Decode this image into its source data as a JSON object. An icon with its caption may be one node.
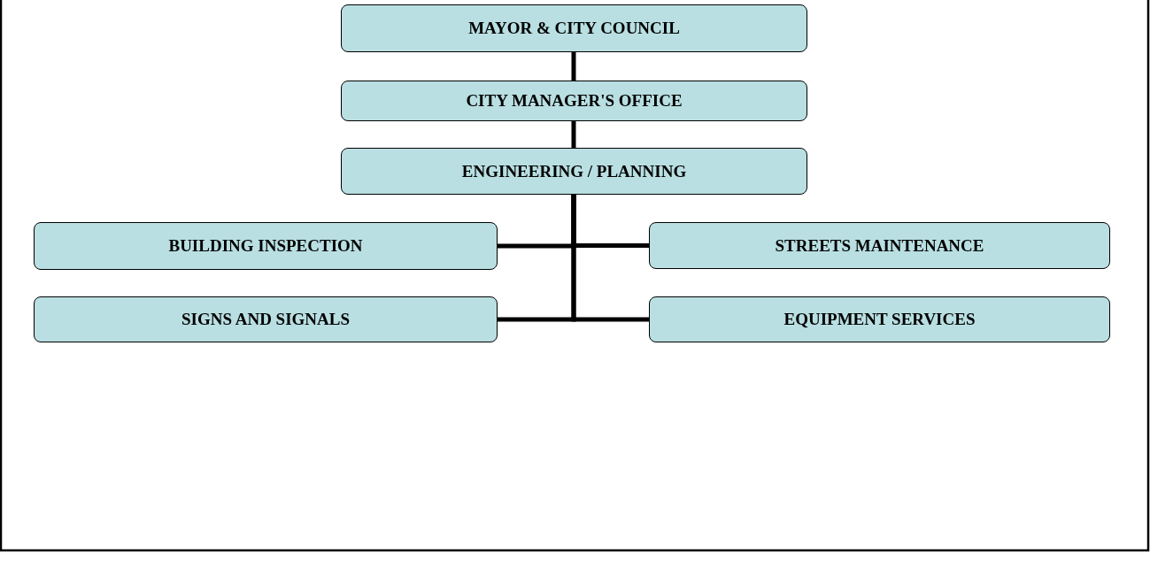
{
  "diagram": {
    "nodes": [
      {
        "text": [
          "MAYOR & CITY COUNCIL"
        ]
      },
      {
        "text": [
          "CITY MANAGER'S OFFICE"
        ]
      },
      {
        "text": [
          "ENGINEERING / PLANNING"
        ]
      },
      {
        "text": [
          "BUILDING INSPECTION"
        ]
      },
      {
        "text": [
          "STREETS MAINTENANCE"
        ]
      },
      {
        "text": [
          "SIGNS AND SIGNALS"
        ]
      },
      {
        "text": [
          "EQUIPMENT SERVICES"
        ]
      }
    ],
    "edges": [
      {
        "from": 0,
        "to": 1,
        "arrow": "none"
      },
      {
        "from": 1,
        "to": 2,
        "arrow": "none"
      },
      {
        "from": 2,
        "to": 3,
        "arrow": "none"
      },
      {
        "from": 2,
        "to": 4,
        "arrow": "none"
      },
      {
        "from": 2,
        "to": 5,
        "arrow": "none"
      },
      {
        "from": 2,
        "to": 6,
        "arrow": "none"
      }
    ]
  }
}
